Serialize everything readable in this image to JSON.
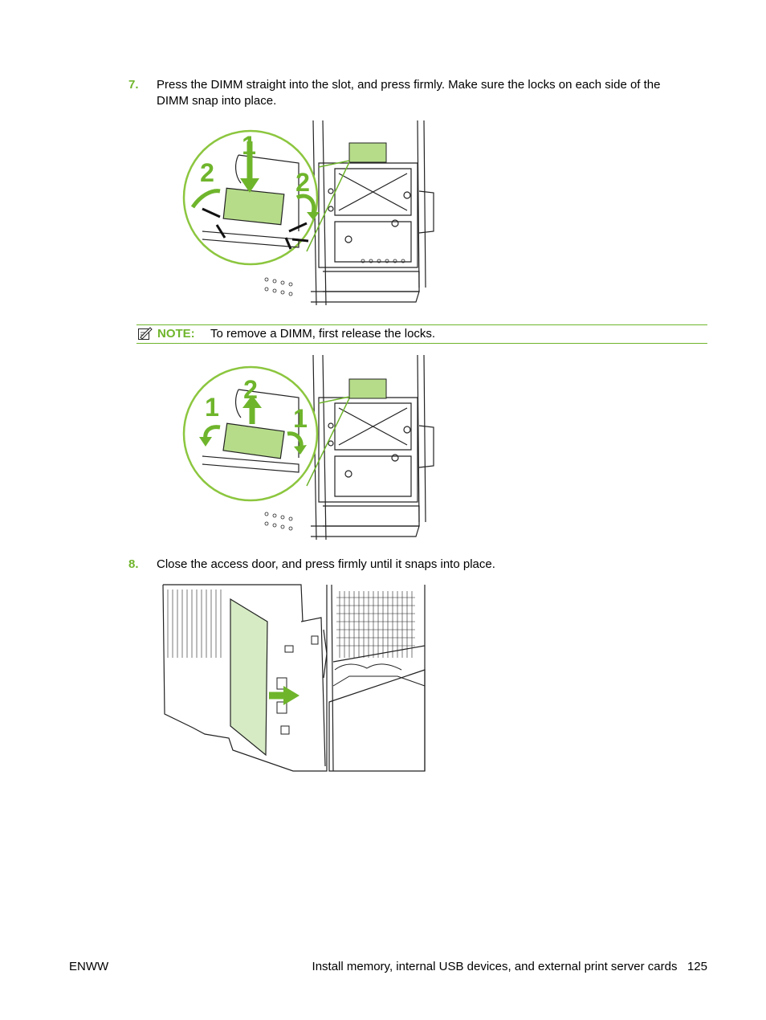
{
  "steps": [
    {
      "number": "7.",
      "text_line1": "Press the DIMM straight into the slot, and press firmly. Make sure the locks on each side of the",
      "text_line2": "DIMM snap into place.",
      "callouts": [
        "1",
        "2",
        "2"
      ]
    },
    {
      "number": "8.",
      "text_line1": "Close the access door, and press firmly until it snaps into place."
    }
  ],
  "note": {
    "label": "NOTE:",
    "text": "To remove a DIMM, first release the locks.",
    "icon": "note-pencil-icon",
    "callouts": [
      "1",
      "2",
      "1"
    ]
  },
  "footer": {
    "left": "ENWW",
    "section": "Install memory, internal USB devices, and external print server cards",
    "page": "125"
  },
  "colors": {
    "accent": "#6fb52c",
    "dimm_fill": "#b6dc8a",
    "door_fill": "#d6ebc4"
  }
}
